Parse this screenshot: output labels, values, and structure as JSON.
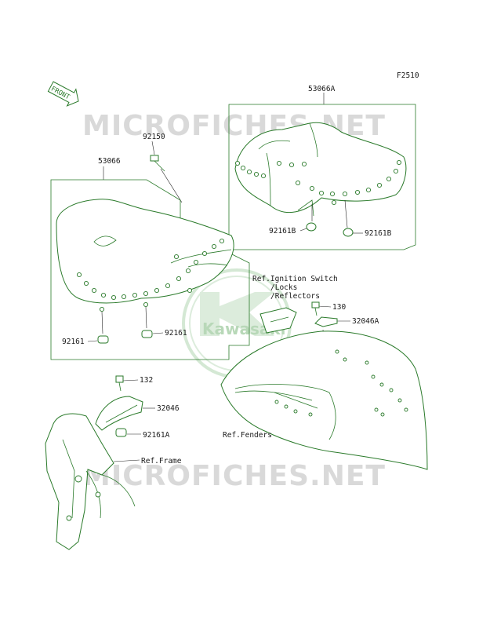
{
  "figure_code": "F2510",
  "watermark": {
    "text_top": "MICROFICHES.NET",
    "text_bottom": "MICROFICHES.NET",
    "brand": "Kawasaki"
  },
  "front_badge": "FRONT",
  "labels": {
    "seat_rider": "53066",
    "seat_stock": "53066A",
    "bolt_92150": "92150",
    "damper_left": "92161",
    "damper_right": "92161",
    "damper_b1": "92161B",
    "damper_b2": "92161B",
    "bolt_130": "130",
    "bracket_32046A": "32046A",
    "bolt_132": "132",
    "bracket_32046": "32046",
    "damper_92161A": "92161A",
    "ref_ignition": "Ref.Ignition Switch",
    "ref_locks": "/Locks",
    "ref_reflectors": "/Reflectors",
    "ref_fenders": "Ref.Fenders",
    "ref_frame": "Ref.Frame"
  },
  "colors": {
    "line": "#2a7a2a",
    "text": "#1a1a1a",
    "watermark": "#d9d9d9"
  }
}
